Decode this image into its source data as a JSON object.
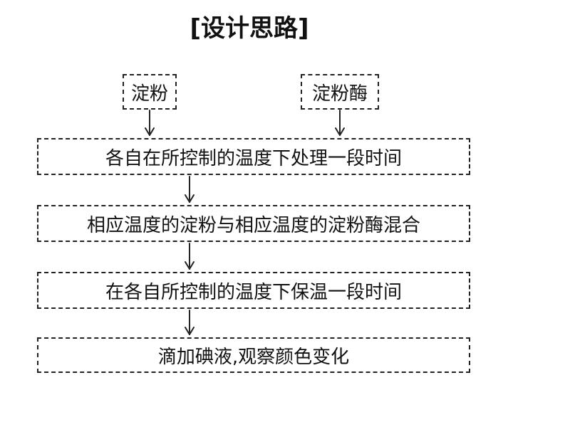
{
  "title": "[设计思路]",
  "inputs": {
    "starch": "淀粉",
    "amylase": "淀粉酶"
  },
  "steps": [
    "各自在所控制的温度下处理一段时间",
    "相应温度的淀粉与相应温度的淀粉酶混合",
    "在各自所控制的温度下保温一段时间",
    "滴加碘液,观察颜色变化"
  ],
  "colors": {
    "line": "#222222",
    "text": "#111111",
    "background": "#ffffff"
  }
}
